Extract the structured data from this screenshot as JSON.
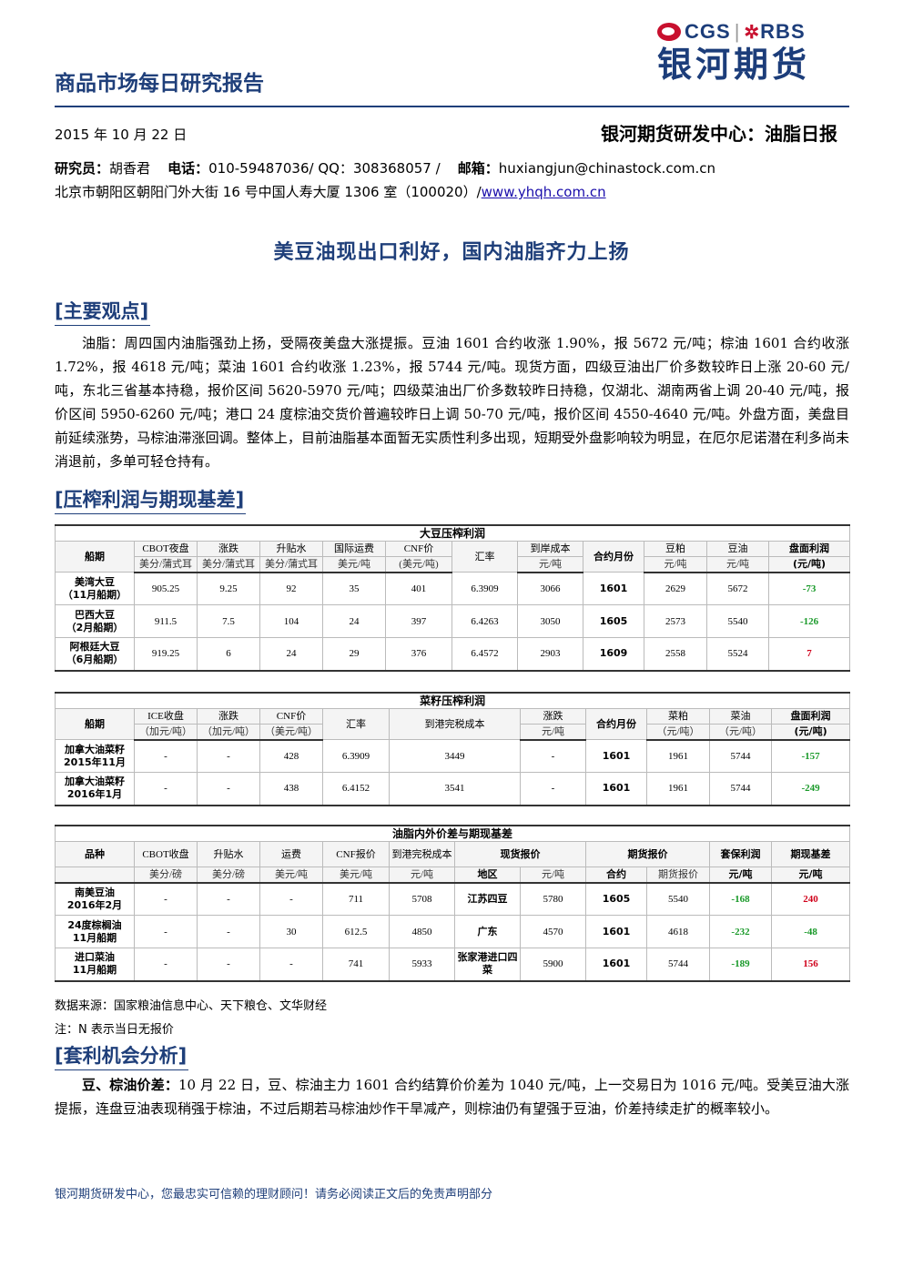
{
  "header": {
    "report_title": "商品市场每日研究报告",
    "logo_top": "CGS",
    "logo_rbs": "RBS",
    "logo_cn": "银河期货",
    "date": "2015 年 10 月 22 日",
    "center": "银河期货研发中心：油脂日报",
    "researcher_label": "研究员：",
    "researcher_name": "胡香君",
    "phone_label": "电话：",
    "phone": "010-59487036/ QQ：308368057 /",
    "email_label": "邮箱：",
    "email": "huxiangjun@chinastock.com.cn",
    "address": "北京市朝阳区朝阳门外大街 16 号中国人寿大厦 1306 室（100020）/",
    "website": "www.yhqh.com.cn"
  },
  "headline": "美豆油现出口利好，国内油脂齐力上扬",
  "sections": {
    "main_view": "[主要观点]",
    "press": "[压榨利润与期现基差]",
    "arb": "[套利机会分析]"
  },
  "main_para": "油脂：周四国内油脂强劲上扬，受隔夜美盘大涨提振。豆油 1601 合约收涨 1.90%，报 5672 元/吨；棕油 1601 合约收涨 1.72%，报 4618 元/吨；菜油 1601 合约收涨 1.23%，报 5744 元/吨。现货方面，四级豆油出厂价多数较昨日上涨 20-60 元/吨，东北三省基本持稳，报价区间 5620-5970 元/吨；四级菜油出厂价多数较昨日持稳，仅湖北、湖南两省上调 20-40 元/吨，报价区间 5950-6260 元/吨；港口 24 度棕油交货价普遍较昨日上调 50-70 元/吨，报价区间 4550-4640 元/吨。外盘方面，美盘目前延续涨势，马棕油滞涨回调。整体上，目前油脂基本面暂无实质性利多出现，短期受外盘影响较为明显，在厄尔尼诺潜在利多尚未消退前，多单可轻仓持有。",
  "soy": {
    "title": "大豆压榨利润",
    "h1": [
      "船期",
      "CBOT夜盘",
      "涨跌",
      "升贴水",
      "国际运费",
      "CNF价",
      "汇率",
      "到岸成本",
      "合约月份",
      "豆粕",
      "豆油",
      "盘面利润"
    ],
    "h2": [
      "美分/蒲式耳",
      "美分/蒲式耳",
      "美分/蒲式耳",
      "美元/吨",
      "(美元/吨)",
      "元/吨",
      "元/吨",
      "元/吨",
      "(元/吨)"
    ],
    "rows": [
      {
        "name1": "美湾大豆",
        "name2": "（11月船期）",
        "cells": [
          "905.25",
          "9.25",
          "92",
          "35",
          "401",
          "6.3909",
          "3066",
          "1601",
          "2629",
          "5672"
        ],
        "profit": "-73",
        "sign": "neg"
      },
      {
        "name1": "巴西大豆",
        "name2": "（2月船期）",
        "cells": [
          "911.5",
          "7.5",
          "104",
          "24",
          "397",
          "6.4263",
          "3050",
          "1605",
          "2573",
          "5540"
        ],
        "profit": "-126",
        "sign": "neg"
      },
      {
        "name1": "阿根廷大豆",
        "name2": "（6月船期）",
        "cells": [
          "919.25",
          "6",
          "24",
          "29",
          "376",
          "6.4572",
          "2903",
          "1609",
          "2558",
          "5524"
        ],
        "profit": "7",
        "sign": "pos"
      }
    ]
  },
  "rape": {
    "title": "菜籽压榨利润",
    "h1": [
      "船期",
      "ICE收盘",
      "涨跌",
      "CNF价",
      "汇率",
      "到港完税成本",
      "涨跌",
      "合约月份",
      "菜粕",
      "菜油",
      "盘面利润"
    ],
    "h2": [
      "（加元/吨）",
      "（加元/吨）",
      "（美元/吨）",
      "元/吨",
      "（元/吨）",
      "（元/吨）",
      "(元/吨)"
    ],
    "rows": [
      {
        "name1": "加拿大油菜籽",
        "name2": "2015年11月",
        "cells": [
          "-",
          "-",
          "428",
          "6.3909",
          "3449",
          "-",
          "1601",
          "1961",
          "5744"
        ],
        "profit": "-157"
      },
      {
        "name1": "加拿大油菜籽",
        "name2": "2016年1月",
        "cells": [
          "-",
          "-",
          "438",
          "6.4152",
          "3541",
          "-",
          "1601",
          "1961",
          "5744"
        ],
        "profit": "-249"
      }
    ]
  },
  "oil": {
    "title": "油脂内外价差与期现基差",
    "h1": [
      "品种",
      "CBOT收盘",
      "升贴水",
      "运费",
      "CNF报价",
      "到港完税成本",
      "现货报价",
      "期货报价",
      "套保利润",
      "期现基差"
    ],
    "h2": [
      "美分/磅",
      "美分/磅",
      "美元/吨",
      "美元/吨",
      "元/吨",
      "地区",
      "元/吨",
      "合约",
      "期货报价",
      "元/吨",
      "元/吨"
    ],
    "rows": [
      {
        "name1": "南美豆油",
        "name2": "2016年2月",
        "cells": [
          "-",
          "-",
          "-",
          "711",
          "5708"
        ],
        "region": "江苏四豆",
        "spot": "5780",
        "contract": "1605",
        "fut": "5540",
        "hedge": "-168",
        "basis": "240",
        "bsign": "pos"
      },
      {
        "name1": "24度棕榈油",
        "name2": "11月船期",
        "cells": [
          "-",
          "-",
          "30",
          "612.5",
          "4850"
        ],
        "region": "广东",
        "spot": "4570",
        "contract": "1601",
        "fut": "4618",
        "hedge": "-232",
        "basis": "-48",
        "bsign": "neg"
      },
      {
        "name1": "进口菜油",
        "name2": "11月船期",
        "cells": [
          "-",
          "-",
          "-",
          "741",
          "5933"
        ],
        "region": "张家港进口四菜",
        "spot": "5900",
        "contract": "1601",
        "fut": "5744",
        "hedge": "-189",
        "basis": "156",
        "bsign": "pos"
      }
    ]
  },
  "source": "数据来源：国家粮油信息中心、天下粮仓、文华财经",
  "note": "注：N 表示当日无报价",
  "arb_bold": "豆、棕油价差：",
  "arb_text": "10 月 22 日，豆、棕油主力 1601 合约结算价价差为 1040 元/吨，上一交易日为 1016 元/吨。受美豆油大涨提振，连盘豆油表现稍强于棕油，不过后期若马棕油炒作干旱减产，则棕油仍有望强于豆油，价差持续走扩的概率较小。",
  "footer": "银河期货研发中心，您最忠实可信赖的理财顾问！请务必阅读正文后的免责声明部分"
}
